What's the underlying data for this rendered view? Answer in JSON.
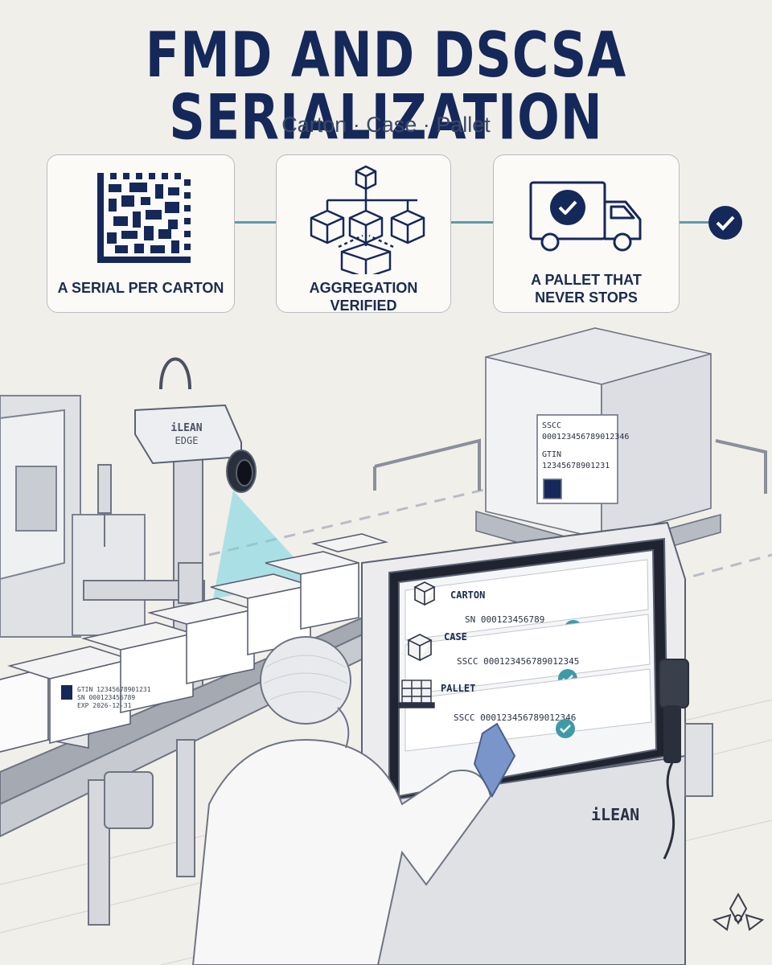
{
  "header": {
    "title": "FMD AND DSCSA SERIALIZATION",
    "subtitle": "Carton · Case · Pallet"
  },
  "steps": [
    {
      "label": "A SERIAL PER CARTON",
      "icon": "datamatrix-icon"
    },
    {
      "label": "AGGREGATION VERIFIED",
      "icon": "aggregation-tree-icon"
    },
    {
      "label_line1": "A PALLET THAT",
      "label_line2": "NEVER STOPS",
      "icon": "delivery-truck-icon"
    }
  ],
  "scene": {
    "camera_brand_line1": "iLEAN",
    "camera_brand_line2": "EDGE",
    "pallet_label": {
      "sscc_title": "SSCC",
      "sscc_value": "000123456789012346",
      "gtin_title": "GTIN",
      "gtin_value": "12345678901231"
    },
    "carton_label": {
      "line1": "GTIN 12345678901231",
      "line2": "SN 000123456789",
      "line3": "EXP 2026-12-31"
    },
    "terminal_brand": "iLEAN",
    "terminal_rows": [
      {
        "title": "CARTON",
        "code": "SN 000123456789"
      },
      {
        "title": "CASE",
        "code": "SSCC 000123456789012345"
      },
      {
        "title": "PALLET",
        "code": "SSCC 000123456789012346"
      }
    ]
  },
  "colors": {
    "navy": "#15285a",
    "teal": "#5d9ba8",
    "scan_beam": "#6fd4e0",
    "check_teal": "#3f9aa8",
    "background": "#f1efea"
  }
}
